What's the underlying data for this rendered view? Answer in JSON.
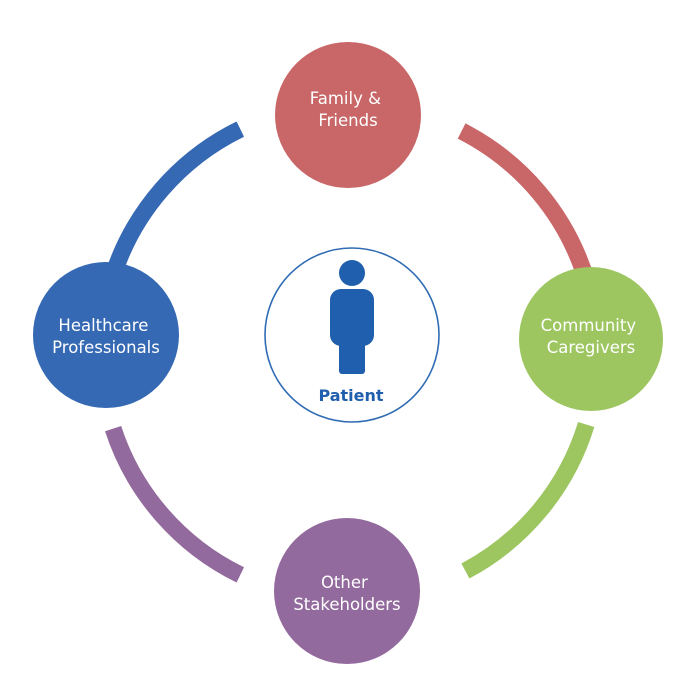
{
  "diagram": {
    "center": {
      "label": "Patient",
      "icon": "person-icon",
      "color": "#1f5fad",
      "border_color": "#2f6cb3"
    },
    "nodes": [
      {
        "id": "family-friends",
        "line1": "Family &",
        "line2": "Friends",
        "color": "#c96768"
      },
      {
        "id": "community-caregivers",
        "line1": "Community",
        "line2": "Caregivers",
        "color": "#9dc661"
      },
      {
        "id": "other-stakeholders",
        "line1": "Other",
        "line2": "Stakeholders",
        "color": "#936a9d"
      },
      {
        "id": "healthcare-professionals",
        "line1": "Healthcare",
        "line2": "Professionals",
        "color": "#3569b3"
      }
    ],
    "arcs": [
      {
        "from": "family-friends",
        "to": "community-caregivers",
        "color": "#c96768"
      },
      {
        "from": "community-caregivers",
        "to": "other-stakeholders",
        "color": "#9dc661"
      },
      {
        "from": "other-stakeholders",
        "to": "healthcare-professionals",
        "color": "#936a9d"
      },
      {
        "from": "healthcare-professionals",
        "to": "family-friends",
        "color": "#3569b3"
      }
    ]
  }
}
